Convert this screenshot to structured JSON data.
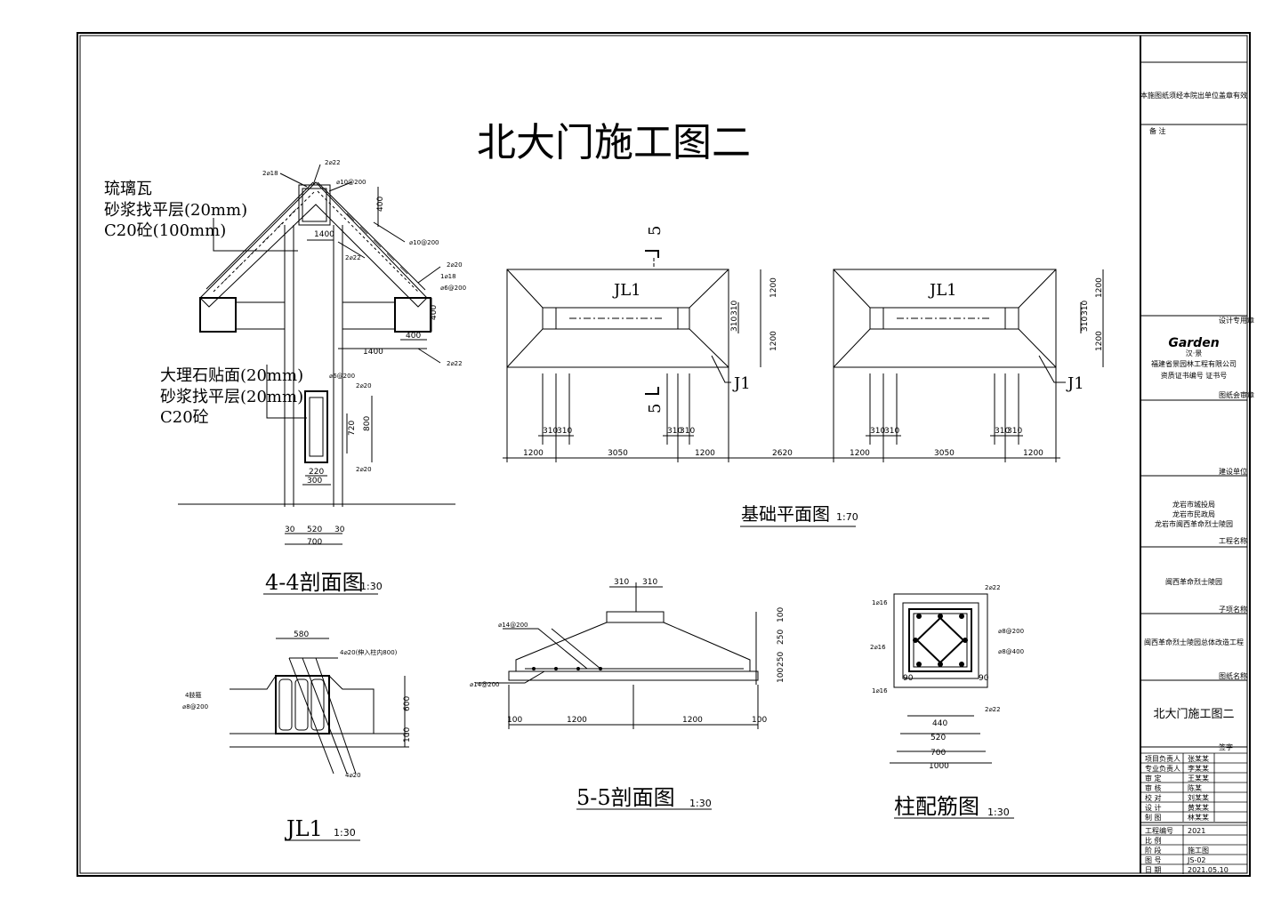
{
  "drawing_title": "北大门施工图二",
  "views": {
    "section_44": {
      "title": "4-4剖面图",
      "scale": "1:30",
      "notes_roof": [
        "琉璃瓦",
        "砂浆找平层(20mm)",
        "C20砼(100mm)"
      ],
      "notes_col": [
        "大理石贴面(20mm)",
        "砂浆找平层(20mm)",
        "C20砼"
      ],
      "rebar": [
        "2⌀18",
        "2⌀22",
        "⌀10@200",
        "⌀10@200",
        "2⌀22",
        "2⌀20",
        "1⌀18",
        "⌀6@200",
        "2⌀22",
        "⌀6@200",
        "2⌀20",
        "2⌀20"
      ],
      "dims": [
        "400",
        "1400",
        "400",
        "400",
        "1400",
        "720",
        "800",
        "220",
        "300",
        "30",
        "520",
        "30",
        "700"
      ]
    },
    "foundation_plan": {
      "title": "基础平面图",
      "scale": "1:70",
      "labels": [
        "JL1",
        "JL1",
        "J1",
        "J1",
        "5",
        "5"
      ],
      "dims_right": [
        "1200",
        "310",
        "310",
        "1200"
      ],
      "dims_bottom": [
        "1200",
        "3050",
        "1200",
        "2620",
        "1200",
        "3050",
        "1200"
      ],
      "dims_small": [
        "310",
        "310",
        "310",
        "310",
        "310",
        "310",
        "310",
        "310"
      ]
    },
    "section_55": {
      "title": "5-5剖面图",
      "scale": "1:30",
      "rebar": [
        "⌀14@200",
        "⌀14@200"
      ],
      "dims_top": [
        "310",
        "310"
      ],
      "dims_right": [
        "100",
        "250",
        "250",
        "100"
      ],
      "dims_bottom": [
        "100",
        "1200",
        "1200",
        "100"
      ]
    },
    "jl1": {
      "title": "JL1",
      "scale": "1:30",
      "rebar": [
        "4⌀20(伸入柱内800)",
        "4肢箍",
        "⌀8@200",
        "4⌀20"
      ],
      "dims": [
        "580",
        "600",
        "100"
      ]
    },
    "column": {
      "title": "柱配筋图",
      "scale": "1:30",
      "rebar": [
        "2⌀22",
        "1⌀16",
        "2⌀16",
        "1⌀16",
        "⌀8@200",
        "⌀8@400",
        "2⌀22"
      ],
      "dims": [
        "90",
        "90",
        "440",
        "520",
        "700",
        "1000"
      ]
    }
  },
  "title_block": {
    "top_note": "本施图纸须经本院出单位盖章有效",
    "notes_label": "备 注",
    "seal_label1": "设计专用章",
    "logo": "Garden",
    "logo_sub": "汉·景",
    "company": "福建省景园林工程有限公司",
    "company_meta": "资质证书编号  证书号",
    "seal_label2": "图纸会审章",
    "seal_label3": "建设单位",
    "client_lines": [
      "龙岩市城投局",
      "龙岩市民政局",
      "龙岩市闽西革命烈士陵园"
    ],
    "label_project": "工程名称",
    "project": "闽西革命烈士陵园",
    "label_sub": "子项名称",
    "sub_project": "闽西革命烈士陵园总体改造工程",
    "label_drawing": "图纸名称",
    "drawing_name": "北大门施工图二",
    "label_sign": "签字",
    "sign_rows": [
      [
        "项目负责人",
        "张某某"
      ],
      [
        "专业负责人",
        "李某某"
      ],
      [
        "审 定",
        "王某某"
      ],
      [
        "审 核",
        "陈某"
      ],
      [
        "校 对",
        "刘某某"
      ],
      [
        "设 计",
        "黄某某"
      ],
      [
        "制 图",
        "林某某"
      ]
    ],
    "meta_rows": [
      [
        "工程编号",
        "2021"
      ],
      [
        "比 例",
        ""
      ],
      [
        "阶 段",
        "施工图"
      ],
      [
        "图 号",
        "JS-02"
      ],
      [
        "日 期",
        "2021.05.10"
      ]
    ]
  }
}
